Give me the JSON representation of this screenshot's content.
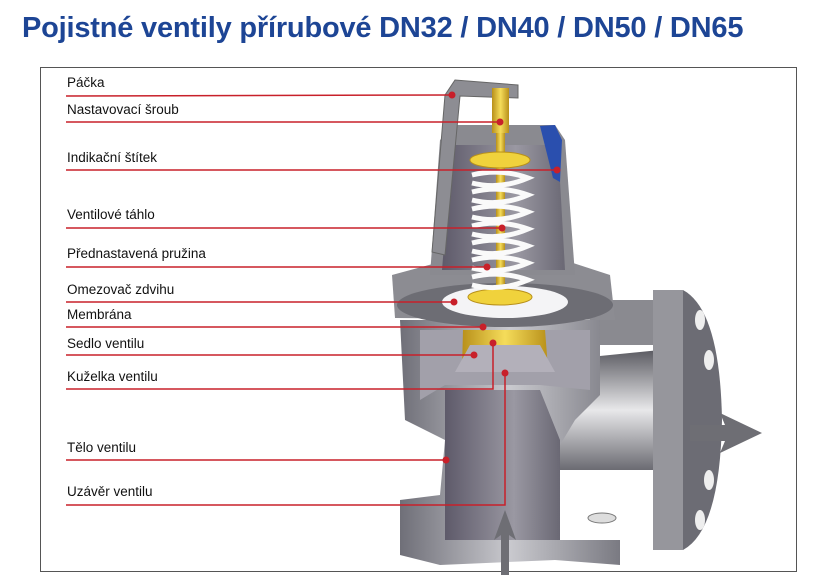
{
  "title": "Pojistné ventily přírubové DN32 / DN40 / DN50 / DN65",
  "colors": {
    "title": "#1d4595",
    "leader": "#c8202a",
    "brass": "#e6c12a",
    "steel": "#8e8e94"
  },
  "labels": [
    "Páčka",
    "Nastavovací šroub",
    "Indikační štítek",
    "Ventilové táhlo",
    "Přednastavená pružina",
    "Omezovač zdvihu",
    "Membrána",
    "Sedlo ventilu",
    "Kuželka ventilu",
    "Tělo ventilu",
    "Uzávěr ventilu"
  ]
}
